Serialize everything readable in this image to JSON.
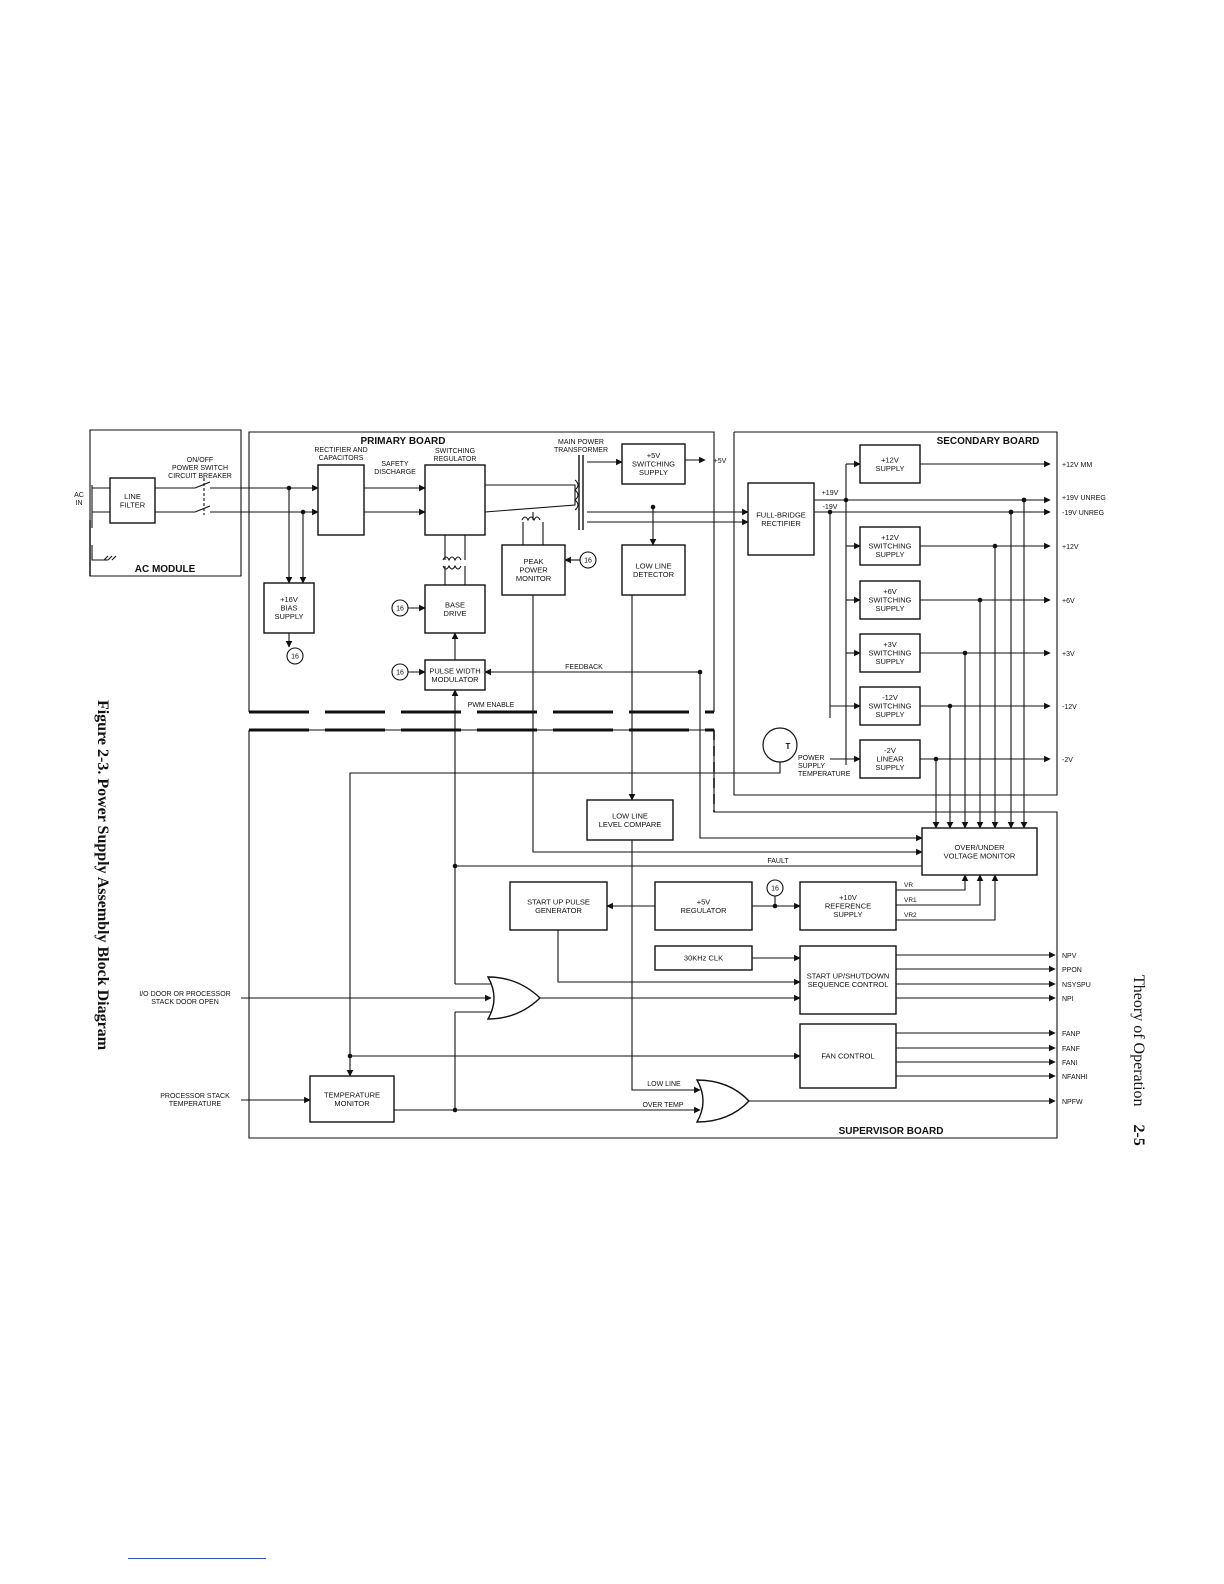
{
  "caption": "Figure 2-3. Power Supply Assembly Block Diagram",
  "running_header": {
    "section": "Theory of Operation",
    "page": "2-5"
  },
  "boards": {
    "ac_module": "AC MODULE",
    "primary": "PRIMARY BOARD",
    "secondary": "SECONDARY BOARD",
    "supervisor": "SUPERVISOR BOARD"
  },
  "blocks": {
    "line_filter": [
      "LINE",
      "FILTER"
    ],
    "rectifier_caps": [
      "RECTIFIER AND",
      "CAPACITORS"
    ],
    "switching_regulator": [
      "SWITCHING",
      "REGULATOR"
    ],
    "bias_supply": [
      "+16V",
      "BIAS",
      "SUPPLY"
    ],
    "base_drive": [
      "BASE",
      "DRIVE"
    ],
    "pwm": [
      "PULSE WIDTH",
      "MODULATOR"
    ],
    "peak_power": [
      "PEAK",
      "POWER",
      "MONITOR"
    ],
    "low_line_detector": [
      "LOW LINE",
      "DETECTOR"
    ],
    "sw5_supply": [
      "+5V",
      "SWITCHING",
      "SUPPLY"
    ],
    "full_bridge": [
      "FULL-BRIDGE",
      "RECTIFIER"
    ],
    "p12_supply": [
      "+12V",
      "SUPPLY"
    ],
    "p12_sw": [
      "+12V",
      "SWITCHING",
      "SUPPLY"
    ],
    "p6_sw": [
      "+6V",
      "SWITCHING",
      "SUPPLY"
    ],
    "p3_sw": [
      "+3V",
      "SWITCHING",
      "SUPPLY"
    ],
    "m12_sw": [
      "-12V",
      "SWITCHING",
      "SUPPLY"
    ],
    "m2_lin": [
      "-2V",
      "LINEAR",
      "SUPPLY"
    ],
    "low_line_compare": [
      "LOW LINE",
      "LEVEL COMPARE"
    ],
    "ouv_monitor": [
      "OVER/UNDER",
      "VOLTAGE MONITOR"
    ],
    "startup_pulse": [
      "START UP PULSE",
      "GENERATOR"
    ],
    "reg5": [
      "+5V",
      "REGULATOR"
    ],
    "ref10": [
      "+10V",
      "REFERENCE",
      "SUPPLY"
    ],
    "clk": [
      "30KHz CLK"
    ],
    "sequence": [
      "START UP/SHUTDOWN",
      "SEQUENCE CONTROL"
    ],
    "fan_control": [
      "FAN CONTROL"
    ],
    "temp_monitor": [
      "TEMPERATURE",
      "MONITOR"
    ]
  },
  "labels": {
    "ac_in": [
      "AC",
      "IN"
    ],
    "onoff": [
      "ON/OFF",
      "POWER SWITCH",
      "CIRCUIT BREAKER"
    ],
    "safety": [
      "SAFETY",
      "DISCHARGE"
    ],
    "main_xfmr": [
      "MAIN POWER",
      "TRANSFORMER"
    ],
    "plus5v": "+5V",
    "feedback": "FEEDBACK",
    "pwm_enable": "PWM ENABLE",
    "fault": "FAULT",
    "p19v": "+19V",
    "m19v": "-19V",
    "ps_temp": [
      "POWER",
      "SUPPLY",
      "TEMPERATURE"
    ],
    "thermistor": "T",
    "io_door": [
      "I/O DOOR OR PROCESSOR",
      "STACK DOOR OPEN"
    ],
    "proc_temp": [
      "PROCESSOR STACK",
      "TEMPERATURE"
    ],
    "low_line": "LOW LINE",
    "over_temp": "OVER TEMP",
    "vr": [
      "VR",
      "VR1",
      "VR2"
    ],
    "ref16": "16"
  },
  "outputs": {
    "secondary": [
      "+12V MM",
      "+19V UNREG",
      "-19V UNREG",
      "+12V",
      "+6V",
      "+3V",
      "-12V",
      "-2V"
    ],
    "sequence": [
      "NPV",
      "PPON",
      "NSYSPU",
      "NPI"
    ],
    "fan": [
      "FANP",
      "FANF",
      "FANI",
      "NFANHI"
    ],
    "npfw": "NPFW"
  }
}
